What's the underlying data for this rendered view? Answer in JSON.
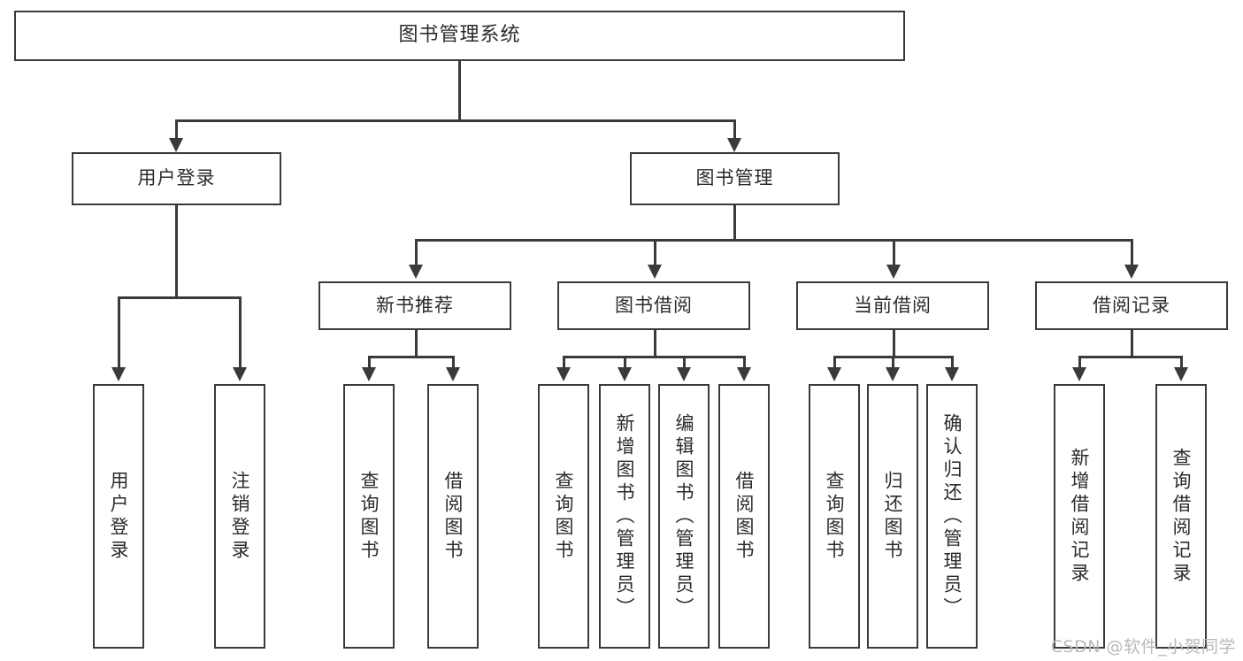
{
  "diagram": {
    "type": "tree-hierarchy-chart",
    "title": "图书管理系统",
    "orientation": "top-down",
    "levels": 4,
    "colors": {
      "box_border": "#3a3a3a",
      "box_fill": "#ffffff",
      "connector": "#3a3a3a",
      "text": "#2b2b2b",
      "watermark": "#b9b9b9",
      "background": "#ffffff"
    }
  },
  "root": {
    "label": "图书管理系统"
  },
  "level2": [
    {
      "id": "user-login",
      "label": "用户登录"
    },
    {
      "id": "book-management",
      "label": "图书管理"
    }
  ],
  "level3": [
    {
      "id": "new-book-recommend",
      "label": "新书推荐"
    },
    {
      "id": "book-borrow",
      "label": "图书借阅"
    },
    {
      "id": "current-borrow",
      "label": "当前借阅"
    },
    {
      "id": "borrow-record",
      "label": "借阅记录"
    }
  ],
  "leaves": {
    "user_login": [
      {
        "id": "leaf-user-login",
        "label": "用户登录"
      },
      {
        "id": "leaf-logout-login",
        "label": "注销登录"
      }
    ],
    "new_book_recommend": [
      {
        "id": "leaf-query-book-1",
        "label": "查询图书"
      },
      {
        "id": "leaf-borrow-book-1",
        "label": "借阅图书"
      }
    ],
    "book_borrow": [
      {
        "id": "leaf-query-book-2",
        "label": "查询图书"
      },
      {
        "id": "leaf-add-book",
        "label": "新增图书（管理员）"
      },
      {
        "id": "leaf-edit-book",
        "label": "编辑图书（管理员）"
      },
      {
        "id": "leaf-borrow-book-2",
        "label": "借阅图书"
      }
    ],
    "current_borrow": [
      {
        "id": "leaf-query-book-3",
        "label": "查询图书"
      },
      {
        "id": "leaf-return-book",
        "label": "归还图书"
      },
      {
        "id": "leaf-confirm-return",
        "label": "确认归还（管理员）"
      }
    ],
    "borrow_record": [
      {
        "id": "leaf-add-record",
        "label": "新增借阅记录"
      },
      {
        "id": "leaf-query-record",
        "label": "查询借阅记录"
      }
    ]
  },
  "watermark": {
    "text": "CSDN @软件_小贺同学"
  }
}
